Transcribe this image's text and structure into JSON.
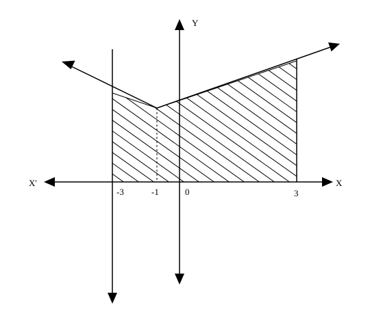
{
  "axes": {
    "x_positive_label": "X",
    "x_negative_label": "X'",
    "y_positive_label": "Y"
  },
  "ticks": [
    {
      "value": -3,
      "label": "-3"
    },
    {
      "value": -1,
      "label": "-1"
    },
    {
      "value": 0,
      "label": "0"
    },
    {
      "value": 3,
      "label": "3"
    }
  ],
  "graph": {
    "description_lines": [
      {
        "name": "vertical-line-x-minus-3",
        "x": -3
      },
      {
        "name": "vertical-line-x-3",
        "x": 3
      }
    ],
    "vertex_x": -1,
    "shaded_region_x_range": [
      -3,
      3
    ],
    "stroke_color": "#000000",
    "background_color": "#ffffff"
  }
}
